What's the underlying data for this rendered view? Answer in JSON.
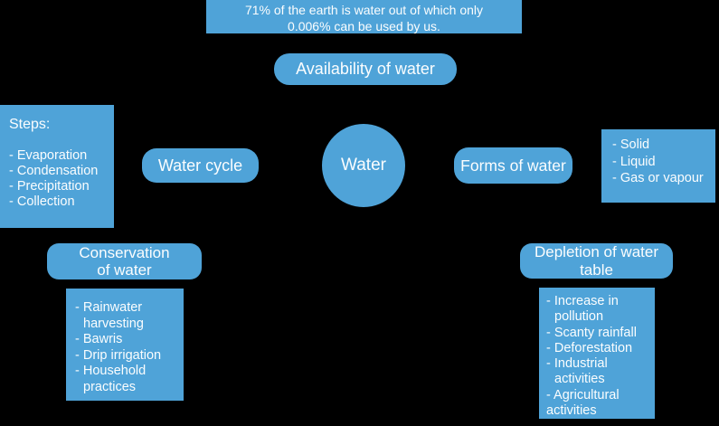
{
  "theme": {
    "background": "#000000",
    "shape_fill": "#4fa3d8",
    "text_color": "#fbfdfe"
  },
  "diagram": {
    "fact_box": {
      "line1": "71% of the earth is water out of which only",
      "line2": "0.006% can be used by us."
    },
    "availability_pill": {
      "label": "Availability of water"
    },
    "water_circle": {
      "label": "Water"
    },
    "water_cycle_pill": {
      "label": "Water cycle"
    },
    "steps_box": {
      "title": "Steps:",
      "items": [
        "- Evaporation",
        "- Condensation",
        "- Precipitation",
        "- Collection"
      ]
    },
    "forms_pill": {
      "label": "Forms of water"
    },
    "forms_list": {
      "items": [
        "- Solid",
        "- Liquid",
        "- Gas or vapour"
      ]
    },
    "conservation_pill": {
      "line1": "Conservation",
      "line2": "of water"
    },
    "conservation_list": {
      "lines": [
        "- Rainwater",
        "harvesting",
        "- Bawris",
        "- Drip irrigation",
        "- Household",
        "practices"
      ]
    },
    "depletion_pill": {
      "line1": "Depletion of water",
      "line2": "table"
    },
    "depletion_list": {
      "lines": [
        "- Increase in",
        "pollution",
        "- Scanty rainfall",
        "- Deforestation",
        "- Industrial",
        "activities",
        "- Agricultural",
        "activities"
      ]
    }
  }
}
